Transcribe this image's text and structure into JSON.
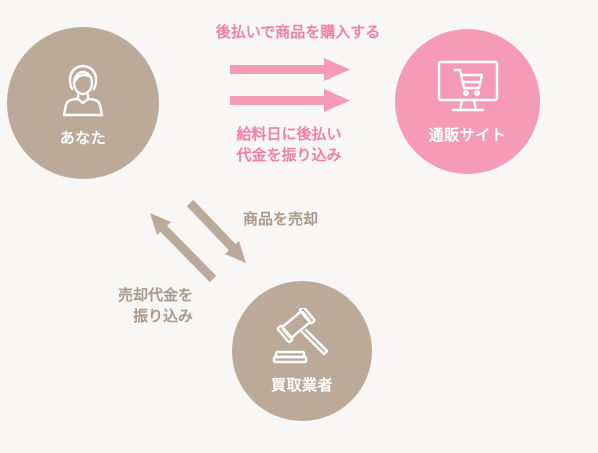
{
  "colors": {
    "background": "#f9f7f5",
    "taupe": "#bba999",
    "pink": "#f59ab7",
    "pink_text": "#f47fa6",
    "taupe_text": "#aa998a"
  },
  "nodes": {
    "you": {
      "label": "あなた",
      "icon": "person-icon"
    },
    "shop": {
      "label": "通販サイト",
      "icon": "shopping-cart-monitor-icon"
    },
    "buyer": {
      "label": "買取業者",
      "icon": "auction-gavel-icon"
    }
  },
  "captions": {
    "purchase": "後払いで商品を購入する",
    "payday_line1": "給料日に後払い",
    "payday_line2": "代金を振り込み",
    "sell": "商品を売却",
    "transfer_line1": "売却代金を",
    "transfer_line2": "振り込み"
  }
}
